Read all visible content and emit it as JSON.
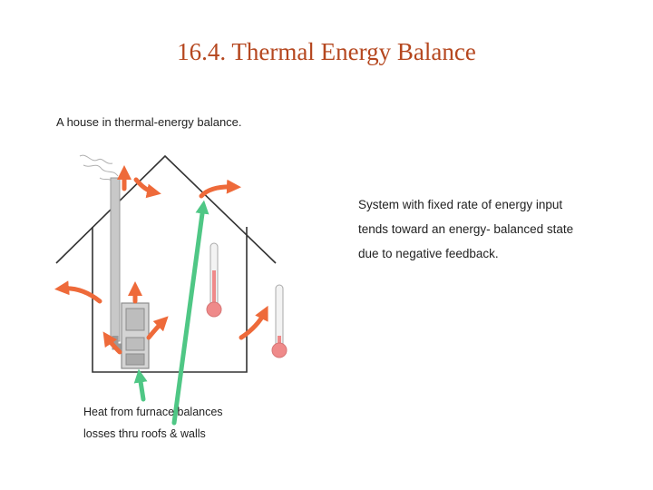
{
  "slide": {
    "title": "16.4. Thermal Energy Balance",
    "caption": "A house in thermal-energy balance.",
    "side_text": [
      "System with fixed rate of energy input",
      "tends toward an energy- balanced state",
      "due to negative feedback."
    ],
    "bottom_text": [
      "Heat  from furnace  balances",
      "losses  thru  roofs & walls"
    ]
  },
  "colors": {
    "title": "#b5471f",
    "heat_arrow": "#ee6a3a",
    "green_arrow": "#4fc785",
    "thermometer_bulb": "#ef8a8a",
    "house_outline": "#333333"
  }
}
